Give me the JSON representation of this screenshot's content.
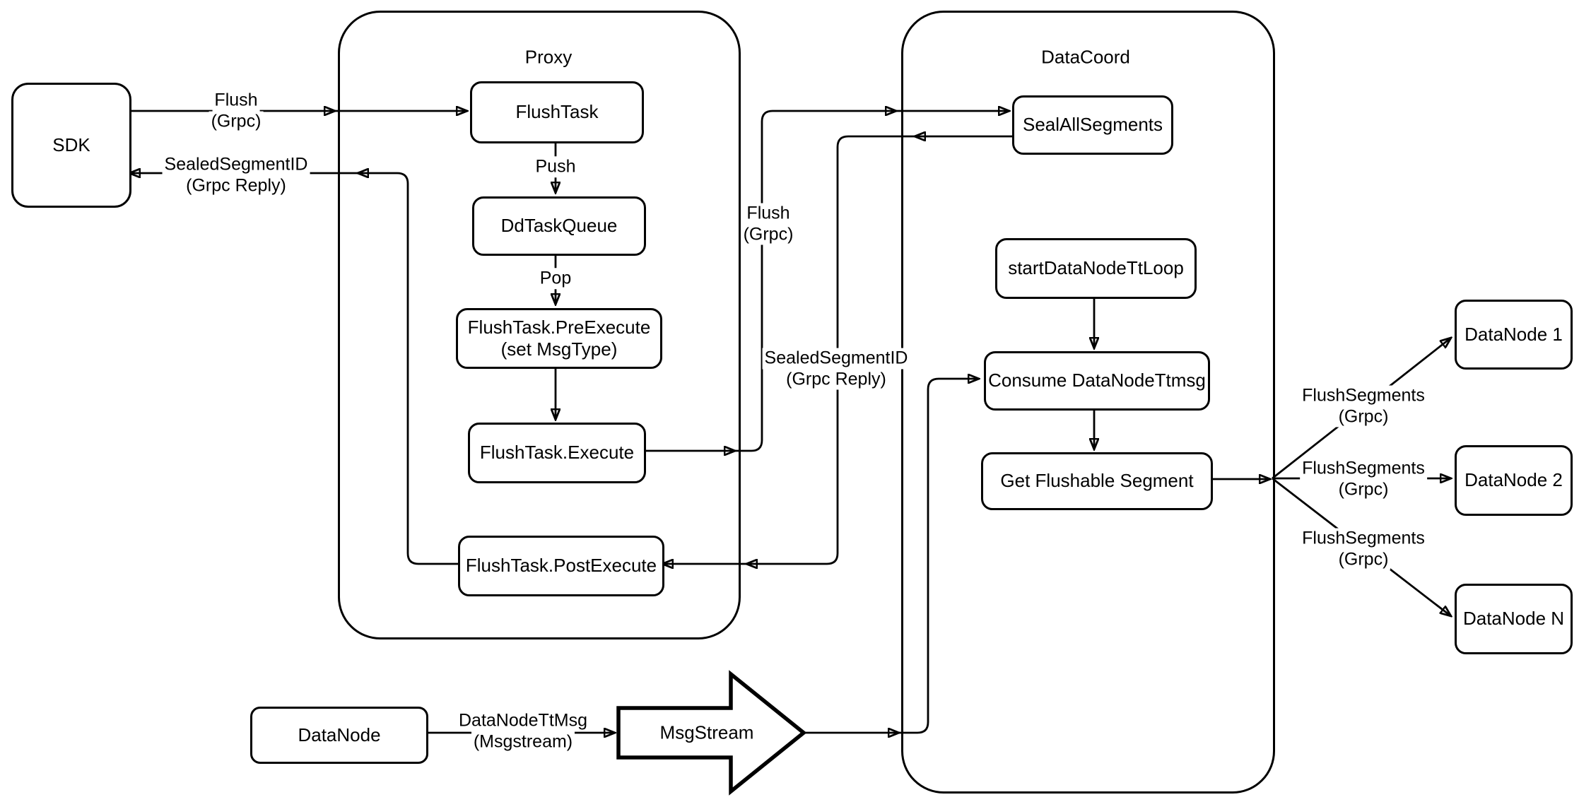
{
  "colors": {
    "stroke": "#000000",
    "node_fill": "#ffffff",
    "canvas_bg": "#ffffff"
  },
  "containers": {
    "proxy": {
      "title": "Proxy"
    },
    "datacoord": {
      "title": "DataCoord"
    }
  },
  "nodes": {
    "sdk": {
      "label": "SDK"
    },
    "flushtask": {
      "label": "FlushTask"
    },
    "ddtaskqueue": {
      "label": "DdTaskQueue"
    },
    "preexecute": {
      "line1": "FlushTask.PreExecute",
      "line2": "(set MsgType)"
    },
    "execute": {
      "label": "FlushTask.Execute"
    },
    "postexecute": {
      "label": "FlushTask.PostExecute"
    },
    "sealallsegments": {
      "label": "SealAllSegments"
    },
    "startdatanodettloop": {
      "label": "startDataNodeTtLoop"
    },
    "consume": {
      "label": "Consume DataNodeTtmsg"
    },
    "getflushable": {
      "label": "Get Flushable Segment"
    },
    "datanode1": {
      "label": "DataNode 1"
    },
    "datanode2": {
      "label": "DataNode 2"
    },
    "datanoden": {
      "label": "DataNode N"
    },
    "datanode": {
      "label": "DataNode"
    },
    "msgstream": {
      "label": "MsgStream"
    }
  },
  "edge_labels": {
    "flush_sdk": {
      "line1": "Flush",
      "line2": "(Grpc)"
    },
    "sealed_sdk": {
      "line1": "SealedSegmentID",
      "line2": "(Grpc Reply)"
    },
    "push": {
      "line1": "Push"
    },
    "pop": {
      "line1": "Pop"
    },
    "flush_datacoord": {
      "line1": "Flush",
      "line2": "(Grpc)"
    },
    "sealed_datacoord": {
      "line1": "SealedSegmentID",
      "line2": "(Grpc Reply)"
    },
    "flushsegments_1": {
      "line1": "FlushSegments",
      "line2": "(Grpc)"
    },
    "flushsegments_2": {
      "line1": "FlushSegments",
      "line2": "(Grpc)"
    },
    "flushsegments_3": {
      "line1": "FlushSegments",
      "line2": "(Grpc)"
    },
    "datanodettmsg": {
      "line1": "DataNodeTtMsg",
      "line2": "(Msgstream)"
    }
  }
}
